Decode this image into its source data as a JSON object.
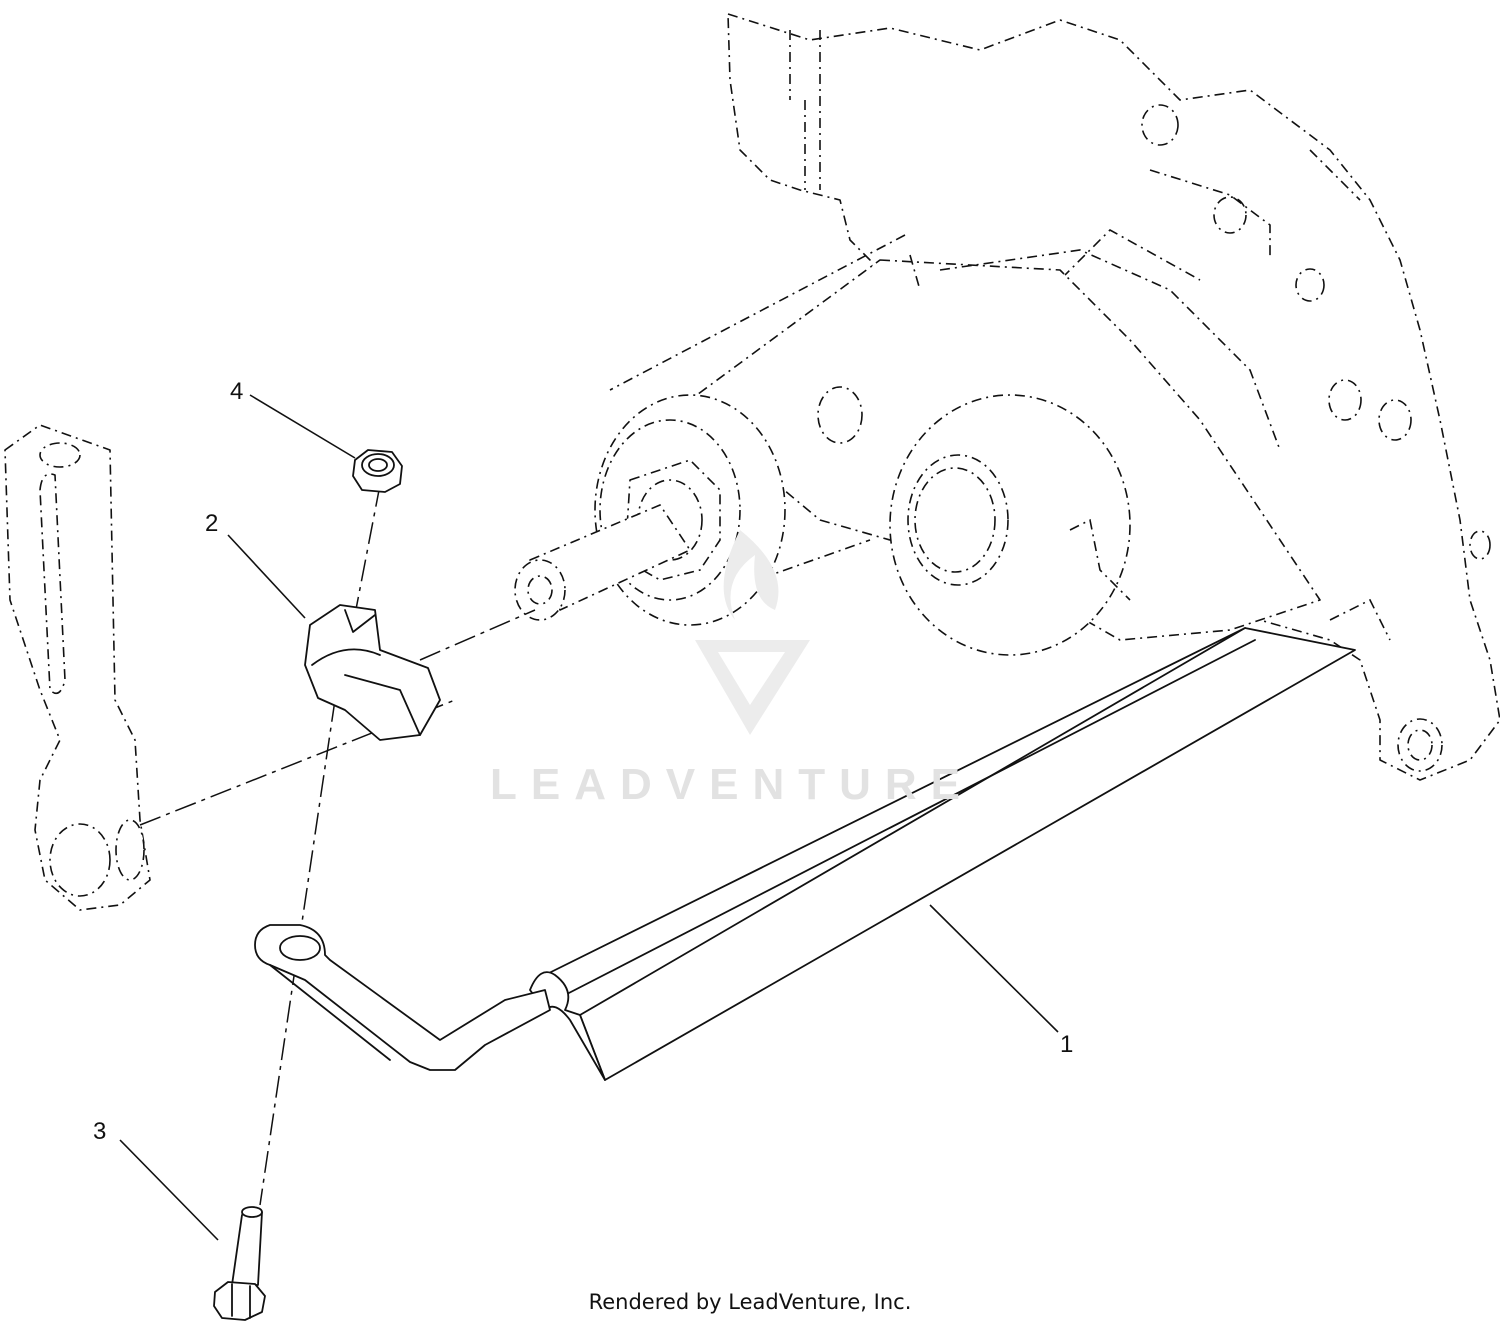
{
  "diagram": {
    "callouts": [
      {
        "id": "callout-1",
        "label": "1"
      },
      {
        "id": "callout-2",
        "label": "2"
      },
      {
        "id": "callout-3",
        "label": "3"
      },
      {
        "id": "callout-4",
        "label": "4"
      }
    ],
    "watermark_text": "LEADVENTURE",
    "footer_text": "Rendered by LeadVenture, Inc."
  }
}
